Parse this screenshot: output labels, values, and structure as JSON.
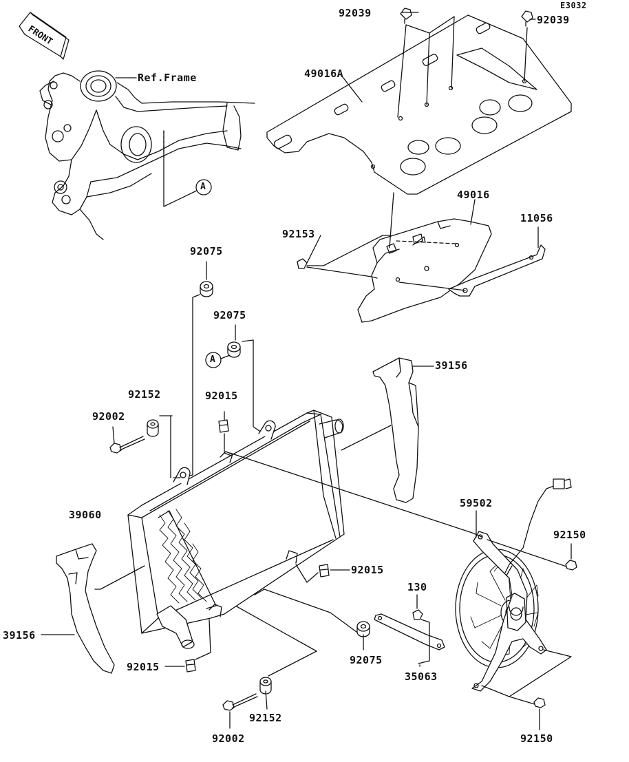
{
  "diagram_code": "E3032",
  "front_label": "FRONT",
  "ref_frame_label": "Ref.Frame",
  "callout_letter": "A",
  "parts": {
    "p92039_top": "92039",
    "p92039_right": "92039",
    "p49016A": "49016A",
    "p49016": "49016",
    "p11056": "11056",
    "p92153": "92153",
    "p92075_top": "92075",
    "p92075_mid": "92075",
    "p92075_bot": "92075",
    "p39156_right": "39156",
    "p39156_left": "39156",
    "p92152_top": "92152",
    "p92152_bot": "92152",
    "p92002_top": "92002",
    "p92002_bot": "92002",
    "p92015_top": "92015",
    "p92015_mid": "92015",
    "p92015_bot": "92015",
    "p39060": "39060",
    "p59502": "59502",
    "p92150_top": "92150",
    "p92150_bot": "92150",
    "p130": "130",
    "p35063": "35063"
  }
}
